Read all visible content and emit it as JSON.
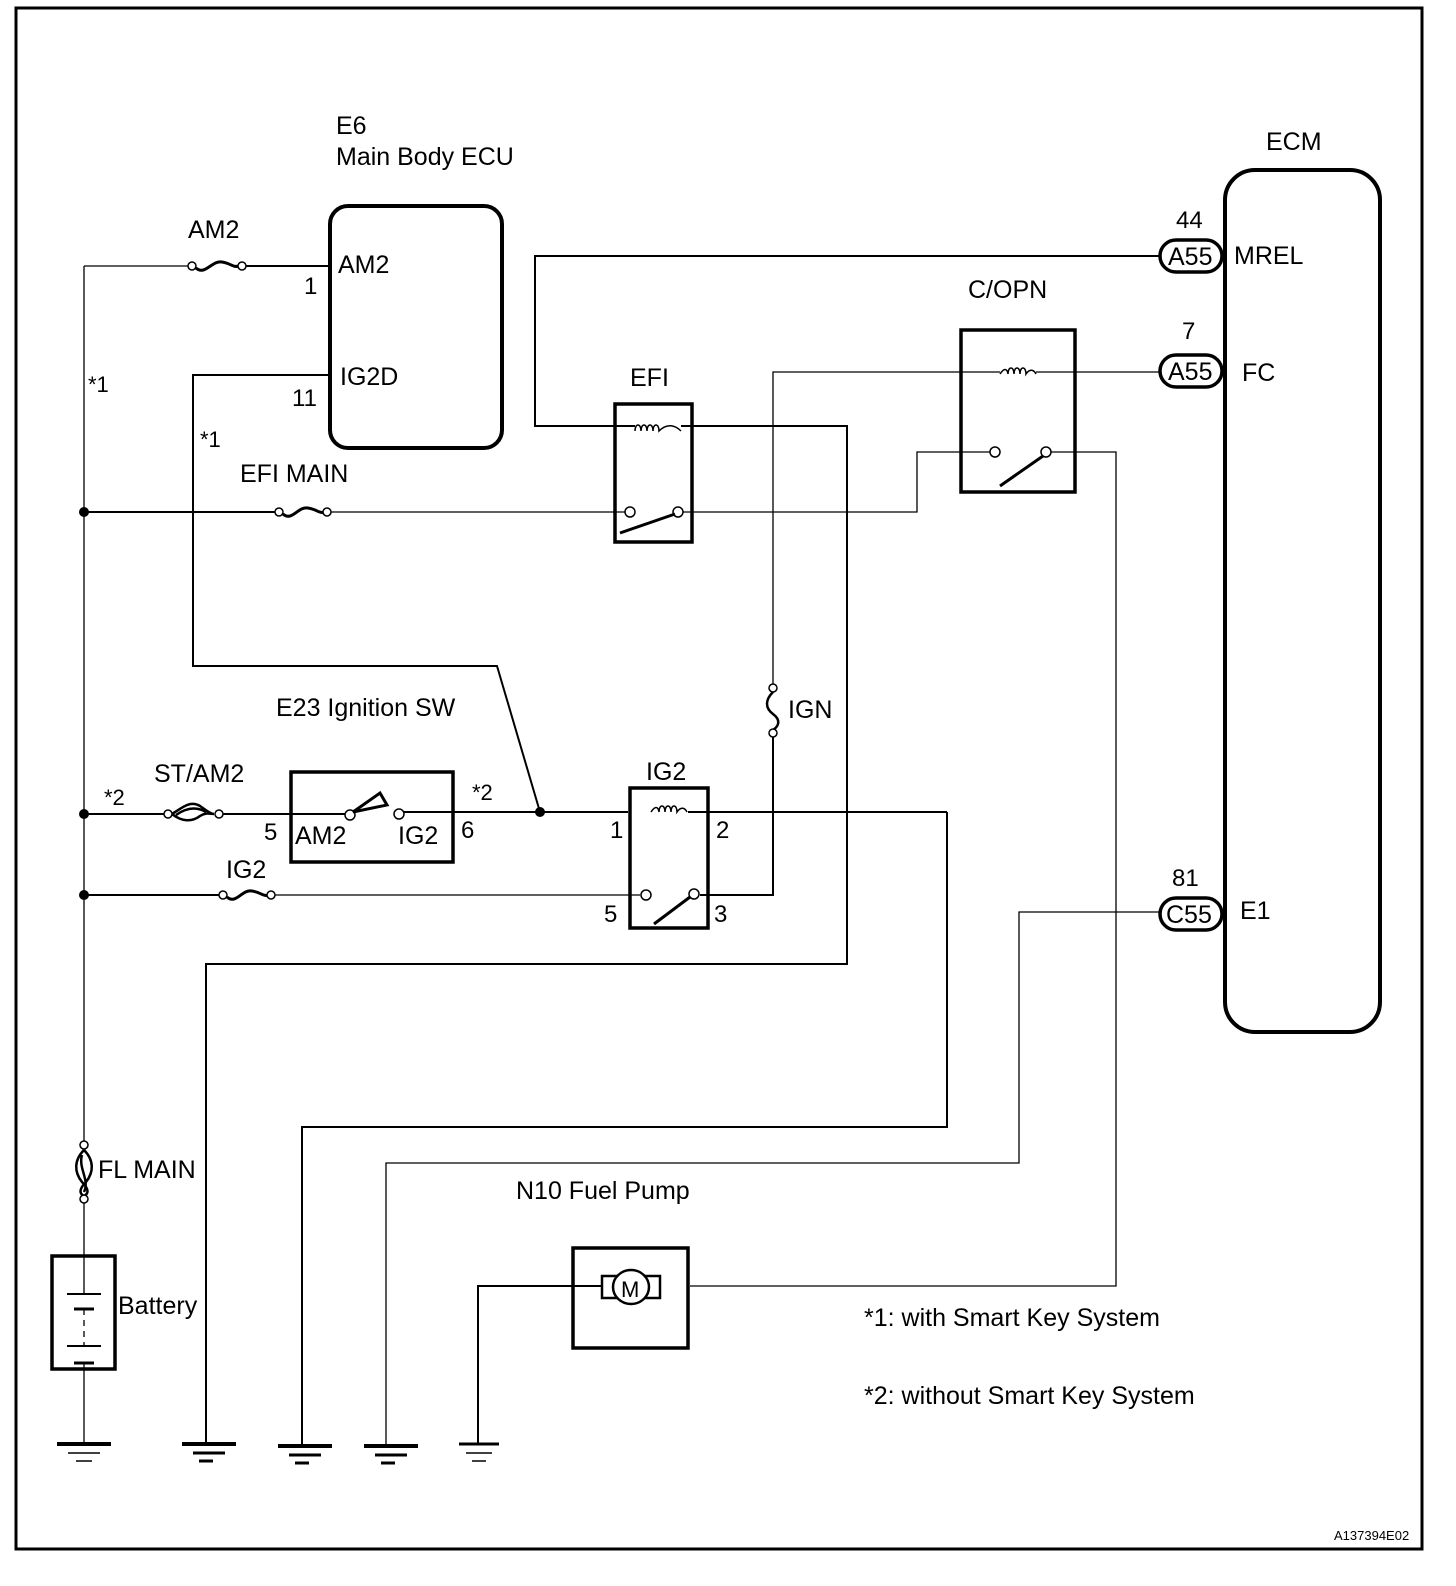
{
  "diagram": {
    "reference_code": "A137394E02",
    "components": {
      "main_body_ecu": {
        "code": "E6",
        "name": "Main Body ECU",
        "pins": [
          {
            "number": "1",
            "name": "AM2"
          },
          {
            "number": "11",
            "name": "IG2D"
          }
        ]
      },
      "ecm": {
        "name": "ECM",
        "pins": [
          {
            "number": "44",
            "connector": "A55",
            "name": "MREL"
          },
          {
            "number": "7",
            "connector": "A55",
            "name": "FC"
          },
          {
            "number": "81",
            "connector": "C55",
            "name": "E1"
          }
        ]
      },
      "efi_relay": {
        "name": "EFI"
      },
      "copn_relay": {
        "name": "C/OPN"
      },
      "ig2_relay": {
        "name": "IG2",
        "pins": [
          "1",
          "2",
          "5",
          "3"
        ]
      },
      "ignition_switch": {
        "name": "E23 Ignition SW",
        "pins": [
          {
            "number": "5",
            "name": "AM2"
          },
          {
            "number": "6",
            "name": "IG2"
          }
        ]
      },
      "fuel_pump": {
        "name": "N10 Fuel Pump",
        "motor_symbol": "M"
      },
      "battery": {
        "name": "Battery"
      }
    },
    "fuses": {
      "am2": "AM2",
      "efi_main": "EFI MAIN",
      "st_am2": "ST/AM2",
      "ig2": "IG2",
      "ign": "IGN",
      "fl_main": "FL MAIN"
    },
    "notes": {
      "mark1": "*1",
      "mark2": "*2",
      "note1": "*1: with Smart Key System",
      "note2": "*2: without Smart Key System"
    }
  }
}
